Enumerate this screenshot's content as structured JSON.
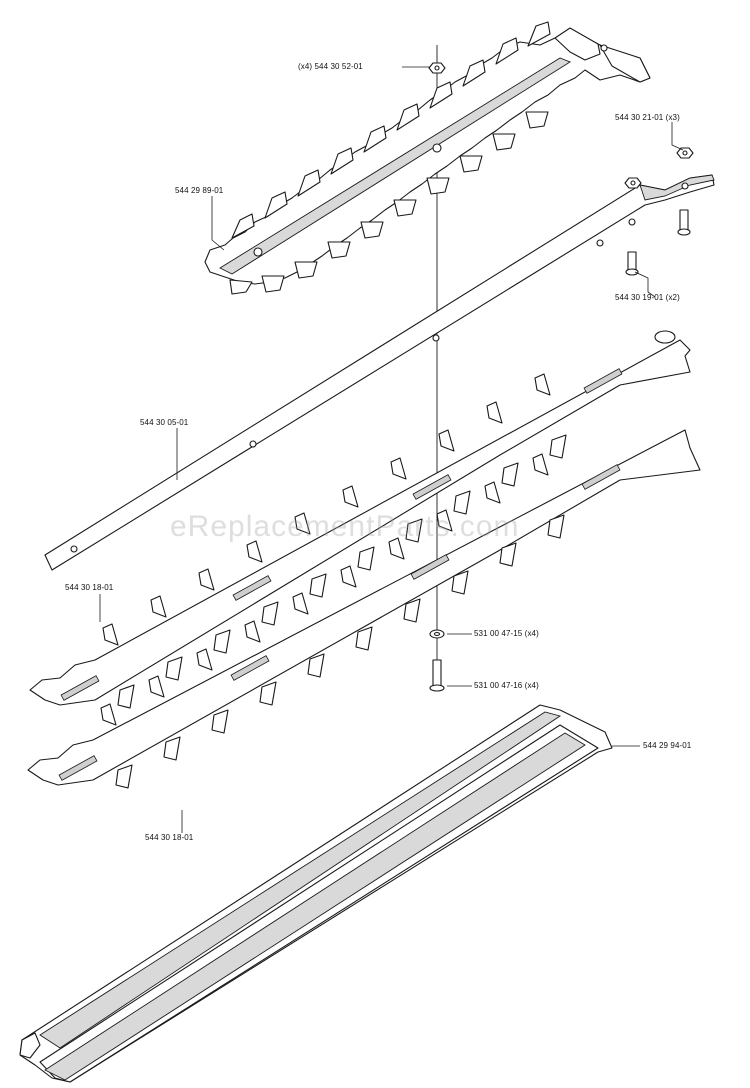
{
  "watermark": "eReplacementParts.com",
  "labels": {
    "nut_top": "(x4) 544 30 52-01",
    "upper_guard": "544 29 89-01",
    "nut_right": "544 30 21-01 (x3)",
    "screw_right": "544 30 19-01 (x2)",
    "bar": "544 30 05-01",
    "blade_upper": "544 30 18-01",
    "blade_lower": "544 30 18-01",
    "washer": "531 00 47-15 (x4)",
    "bolt": "531 00 47-16 (x4)",
    "tip_guard": "544 29 94-01"
  },
  "icons": {
    "nut": "hex-nut-icon",
    "washer": "washer-icon",
    "screw": "screw-icon"
  }
}
